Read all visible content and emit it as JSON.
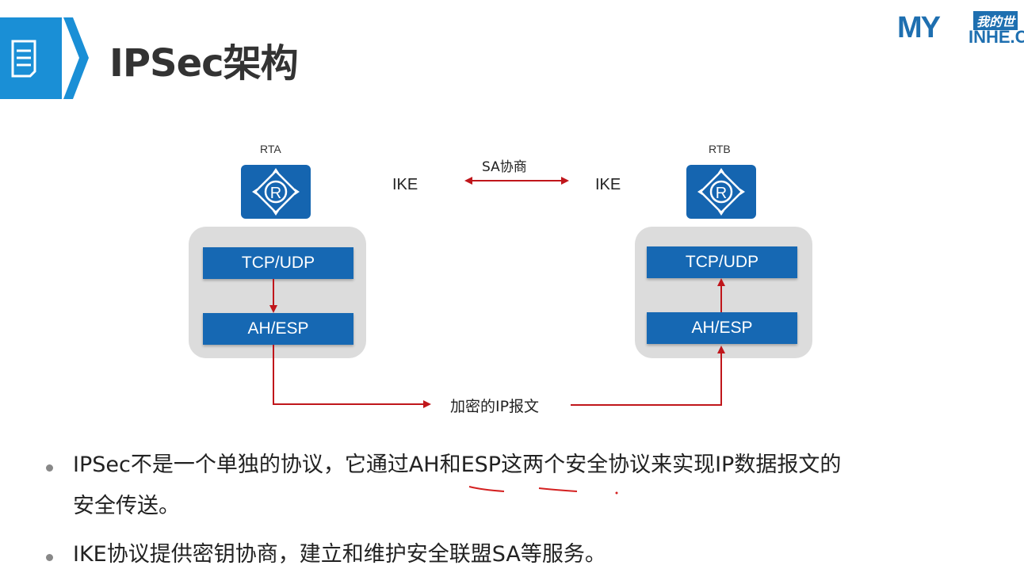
{
  "header": {
    "title": "IPSec架构",
    "logo_main": "MY",
    "logo_cn": "我的世",
    "logo_sub": "INHE.CO"
  },
  "diagram": {
    "left_router": "RTA",
    "right_router": "RTB",
    "ike_left": "IKE",
    "ike_right": "IKE",
    "sa_label": "SA协商",
    "layers_left": [
      "TCP/UDP",
      "AH/ESP"
    ],
    "layers_right": [
      "TCP/UDP",
      "AH/ESP"
    ],
    "encrypted_label": "加密的IP报文",
    "router_symbol": "R"
  },
  "bullets": [
    {
      "line1": "IPSec不是一个单独的协议，它通过AH和ESP这两个安全协议来实现IP数据报文的",
      "line2": "安全传送。"
    },
    {
      "line1": "IKE协议提供密钥协商，建立和维护安全联盟SA等服务。"
    }
  ],
  "colors": {
    "accent": "#1a8fd6",
    "layer": "#1668b3",
    "arrow": "#c0161b",
    "stack_bg": "#dcdcdc"
  }
}
